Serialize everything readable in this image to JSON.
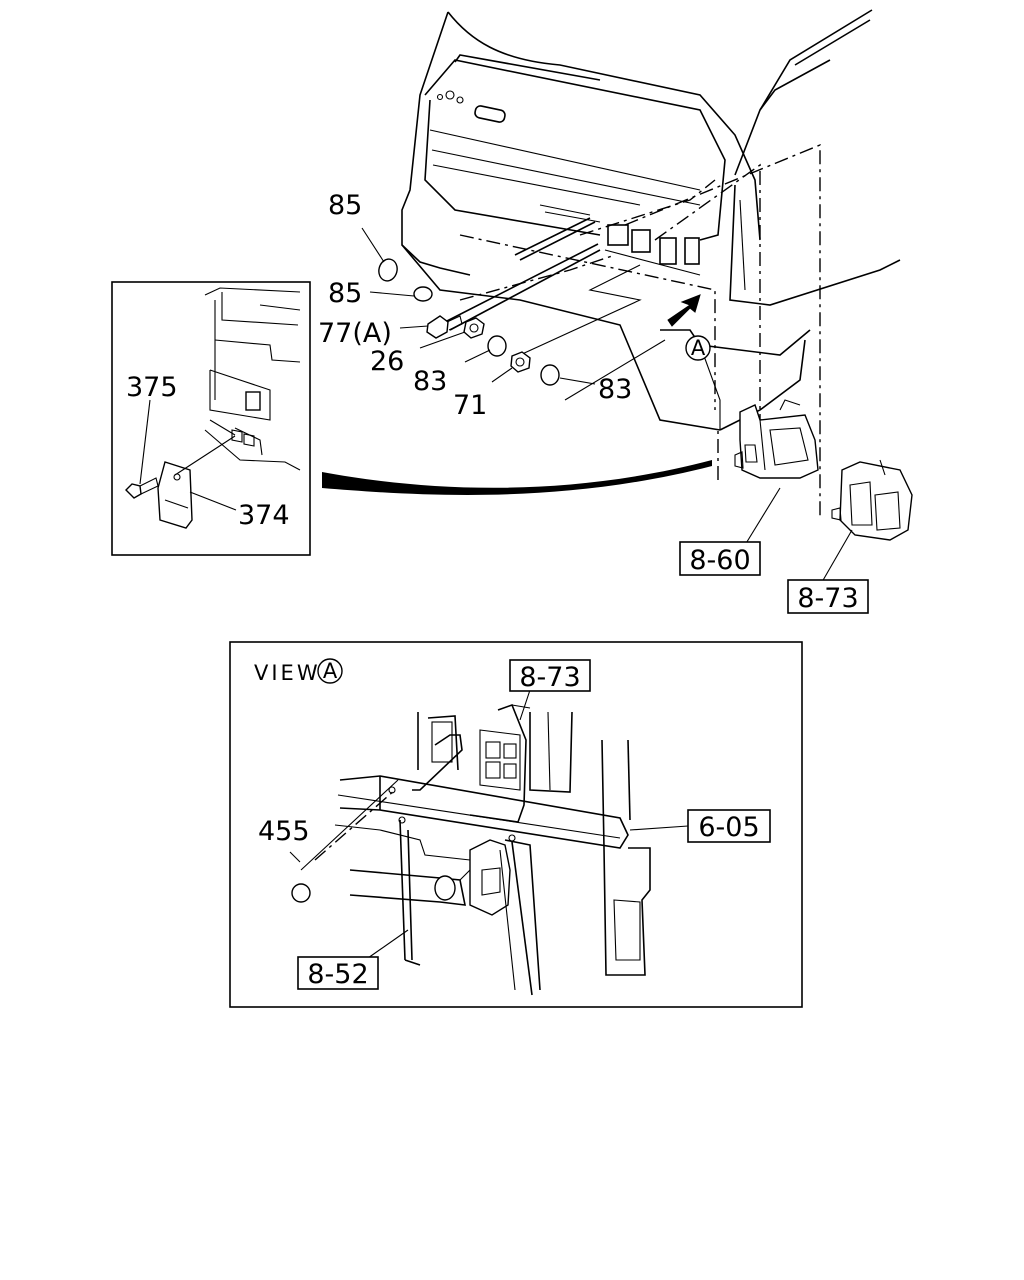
{
  "labels": {
    "p85_top": "85",
    "p85_mid": "85",
    "p77a": "77(A)",
    "p26": "26",
    "p83_left": "83",
    "p71": "71",
    "p83_right": "83",
    "p375": "375",
    "p374": "374",
    "ref_860": "8-60",
    "ref_873_main": "8-73",
    "view_title": "VIEW",
    "view_marker": "A",
    "callout_a": "A",
    "ref_873_view": "8-73",
    "ref_605": "6-05",
    "p455": "455",
    "ref_852": "8-52"
  }
}
